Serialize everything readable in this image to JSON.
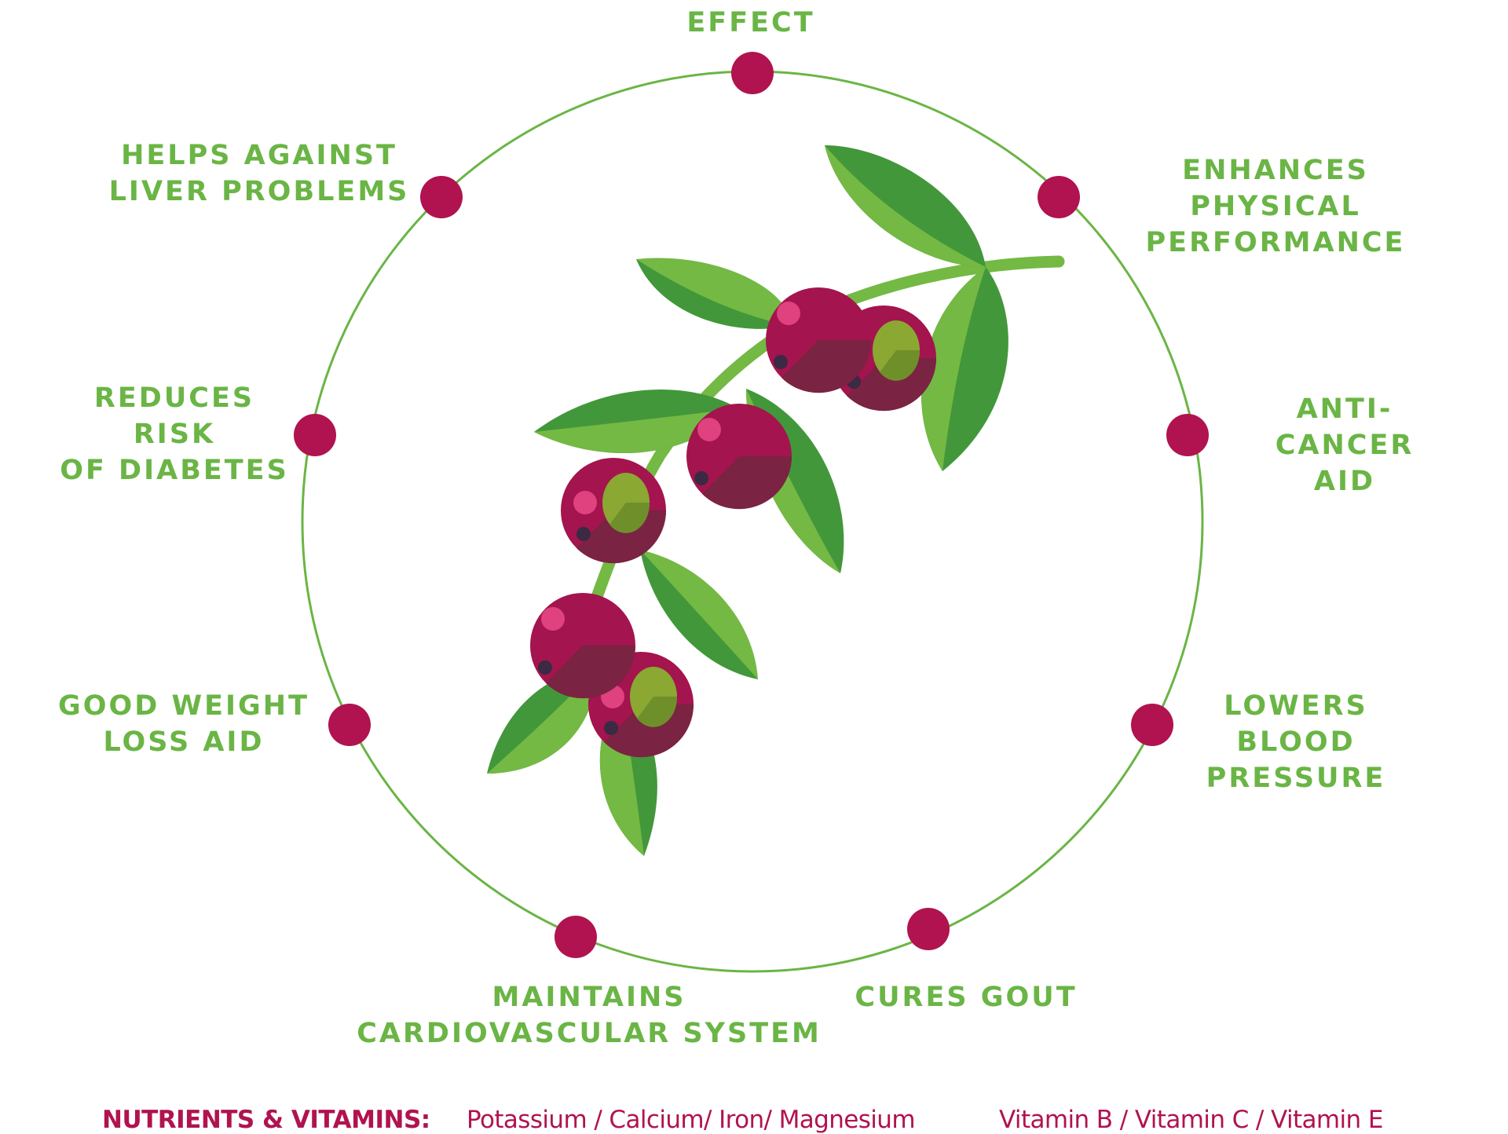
{
  "colors": {
    "label_green": "#6ab545",
    "ring_green": "#6ab545",
    "dot_crimson": "#b0134f",
    "leaf_light": "#73b944",
    "leaf_dark": "#42973a",
    "berry": "#a4144e",
    "berry_shade": "#7a2342",
    "berry_highlight": "#e0417f",
    "berry_olive": "#8aa832"
  },
  "icons": [
    "acai-berry-branch-icon"
  ],
  "diagram": {
    "labels": {
      "top": "EFFECT",
      "top_right": "ENHANCES\nPHYSICAL\nPERFORMANCE",
      "right": "ANTI-CANCER\nAID",
      "lower_right": "LOWERS\nBLOOD\nPRESSURE",
      "bottom_right": "CURES GOUT",
      "bottom_left": "MAINTAINS\nCARDIOVASCULAR SYSTEM",
      "lower_left": "GOOD WEIGHT\nLOSS AID",
      "left": "REDUCES\nRISK\nOF DIABETES",
      "top_left": "HELPS AGAINST\nLIVER PROBLEMS"
    }
  },
  "footer": {
    "title": "NUTRIENTS & VITAMINS:",
    "minerals": "Potassium / Calcium/ Iron/ Magnesium",
    "vitamins": "Vitamin B / Vitamin C / Vitamin E"
  }
}
